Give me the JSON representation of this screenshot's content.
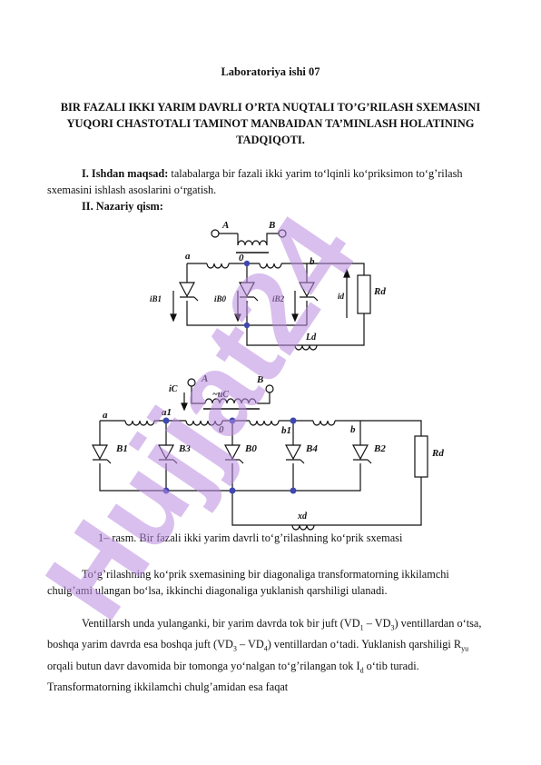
{
  "lab_title": "Laboratoriya ishi 07",
  "main_title": "BIR FAZALI IKKI YARIM DAVRLI O’RTA NUQTALI TO’G’RILASH SXEMASINI YUQORI CHASTOTALI TAMINOT MANBAIDAN TA’MINLASH HOLATINING TADQIQOTI.",
  "section1": {
    "heading": "I. Ishdan maqsad:",
    "text": " talabalarga bir fazali ikki yarim to‘lqinli ko‘priksimon to‘g’rilash sxemasini ishlash asoslarini o‘rgatish."
  },
  "section2": {
    "heading": "II. Nazariy qism:"
  },
  "figure1": {
    "A": "A",
    "B": "B",
    "a": "a",
    "b": "b",
    "zero": "0",
    "iB1": "iB1",
    "iB0": "iB0",
    "iB2": "iB2",
    "id": "id",
    "Rd": "Rd",
    "Ld": "Ld"
  },
  "figure2": {
    "A": "A",
    "B": "B",
    "iC": "iC",
    "uC": "~uC",
    "a": "a",
    "a1": "a1",
    "zero": "0",
    "b1": "b1",
    "b": "b",
    "B1": "B1",
    "B3": "B3",
    "B0": "B0",
    "B4": "B4",
    "B2": "B2",
    "Rd": "Rd",
    "xd": "xd"
  },
  "caption": "1– rasm. Bir fazali ikki yarim davrli to‘g’rilashning ko‘prik sxemasi",
  "para1": "To‘g’rilashning ko‘prik sxemasining bir diagonaliga transformatorning ikkilamchi chulg’ami ulangan bo‘lsa, ikkinchi diagonaliga yuklanish qarshiligi ulanadi.",
  "para2": {
    "t1": "Ventillarsh unda yulanganki, bir yarim davrda tok bir juft (VD",
    "s1": "1",
    "t2": " – VD",
    "s2": "3",
    "t3": ") ventillardan o‘tsa, boshqa yarim davrda esa boshqa juft (VD",
    "s3": "3",
    "t4": " – VD",
    "s4": "4",
    "t5": ") ventillardan o‘tadi. Yuklanish qarshiligi R",
    "s5": "yu",
    "t6": " orqali butun davr davomida bir tomonga yo‘nalgan to‘g’rilangan tok I",
    "s6": "d",
    "t7": " o‘tib turadi. Transformatorning ikkilamchi chulg’amidan esa faqat"
  },
  "watermark": "Hujjat24",
  "colors": {
    "text": "#111111",
    "node_blue": "#3f47b0",
    "watermark": "#b98be0"
  }
}
